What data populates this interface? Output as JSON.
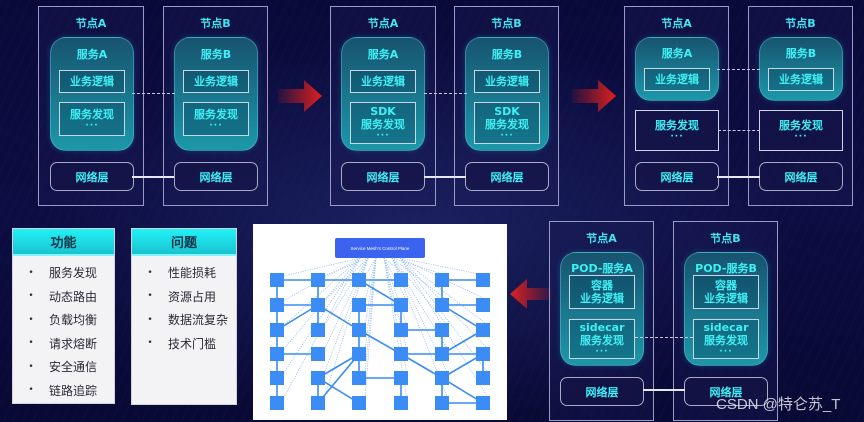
{
  "panels": {
    "traditional": {
      "nodes": [
        {
          "title": "节点A",
          "service": "服务A",
          "logic": "业务逻辑",
          "discovery": "服务发现",
          "ellipsis": "···",
          "network": "网络层"
        },
        {
          "title": "节点B",
          "service": "服务B",
          "logic": "业务逻辑",
          "discovery": "服务发现",
          "ellipsis": "···",
          "network": "网络层"
        }
      ]
    },
    "sdk": {
      "nodes": [
        {
          "title": "节点A",
          "service": "服务A",
          "logic": "业务逻辑",
          "sdk": "SDK",
          "discovery": "服务发现",
          "ellipsis": "···",
          "network": "网络层"
        },
        {
          "title": "节点B",
          "service": "服务B",
          "logic": "业务逻辑",
          "sdk": "SDK",
          "discovery": "服务发现",
          "ellipsis": "···",
          "network": "网络层"
        }
      ]
    },
    "agent": {
      "nodes": [
        {
          "title": "节点A",
          "service": "服务A",
          "logic": "业务逻辑",
          "discovery": "服务发现",
          "ellipsis": "···",
          "network": "网络层"
        },
        {
          "title": "节点B",
          "service": "服务B",
          "logic": "业务逻辑",
          "discovery": "服务发现",
          "ellipsis": "···",
          "network": "网络层"
        }
      ]
    },
    "sidecar": {
      "nodes": [
        {
          "title": "节点A",
          "pod": "POD-服务A",
          "container": "容器",
          "logic": "业务逻辑",
          "sidecar": "sidecar",
          "discovery": "服务发现",
          "ellipsis": "···",
          "network": "网络层"
        },
        {
          "title": "节点B",
          "pod": "POD-服务B",
          "container": "容器",
          "logic": "业务逻辑",
          "sidecar": "sidecar",
          "discovery": "服务发现",
          "ellipsis": "···",
          "network": "网络层"
        }
      ]
    }
  },
  "features_card": {
    "title": "功能",
    "items": [
      "服务发现",
      "动态路由",
      "负载均衡",
      "请求熔断",
      "安全通信",
      "链路追踪"
    ]
  },
  "problems_card": {
    "title": "问题",
    "items": [
      "性能损耗",
      "资源占用",
      "数据流复杂",
      "技术门槛"
    ]
  },
  "mesh_diagram": {
    "control_plane_label": "Service Mesh's Control Plane"
  },
  "bullet": "•",
  "watermark": "CSDN @特仑苏_T",
  "colors": {
    "accent_cyan": "#3ff0f6",
    "arrow_red": "#d42020",
    "mesh_blue": "#3b8cf5",
    "background": "#0b0b3a"
  }
}
